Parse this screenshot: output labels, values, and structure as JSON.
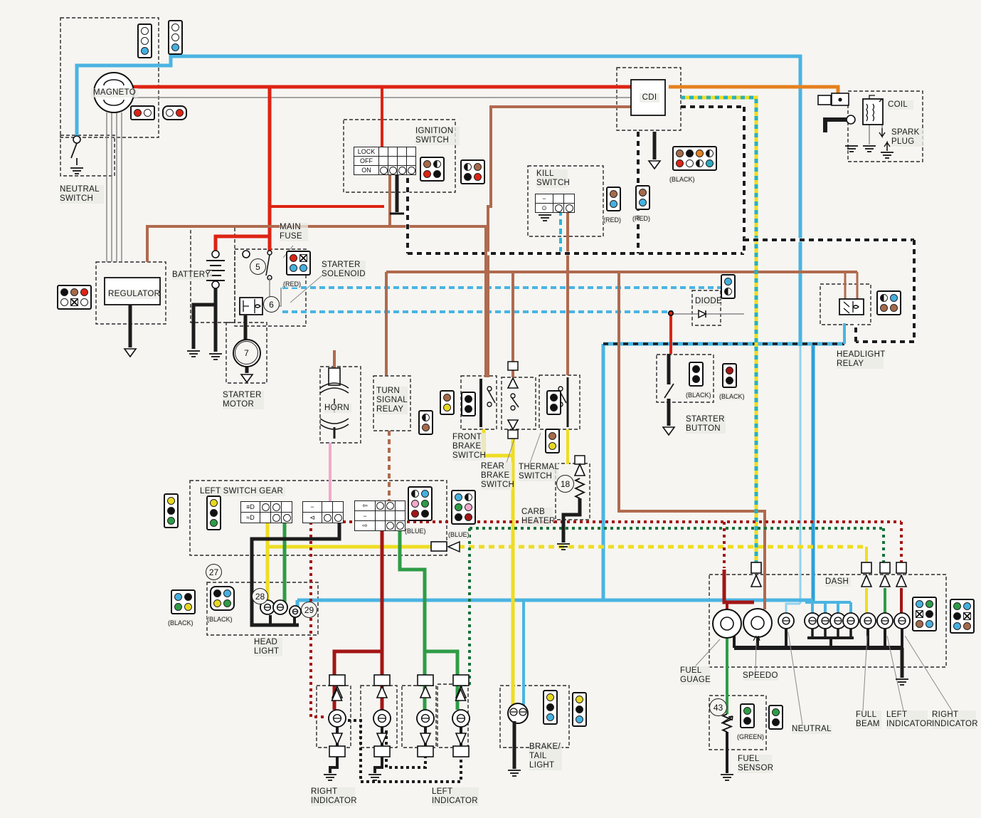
{
  "title": "Motorcycle electrical wiring diagram",
  "palette": {
    "RD": "#dd2314",
    "DR": "#a31515",
    "BN": "#b06a4e",
    "OR": "#e5811f",
    "YL": "#eedd22",
    "GN": "#2e9c46",
    "DG": "#17713a",
    "BL": "#4ab4e2",
    "LB": "#93d2ee",
    "MB": "#2da0d8",
    "CY": "#2ab6d9",
    "PK": "#f0a9cb",
    "BK": "#1c1c1c",
    "GY": "#8a8a8a",
    "WH": "#ffffff",
    "TL": "#28b2b8"
  },
  "labels": {
    "magneto": "MAGNETO",
    "neutral_switch": "NEUTRAL SWITCH",
    "ignition_switch": "IGNITION SWITCH",
    "kill_switch": "KILL SWITCH",
    "cdi": "CDI",
    "coil": "COIL",
    "spark_plug": "SPARK PLUG",
    "regulator": "REGULATOR",
    "battery": "BATTERY",
    "main_fuse": "MAIN FUSE",
    "starter_solenoid": "STARTER SOLENOID",
    "starter_motor": "STARTER MOTOR",
    "horn": "HORN",
    "turn_signal_relay": "TURN SIGNAL RELAY",
    "front_brake_switch": "FRONT BRAKE SWITCH",
    "rear_brake_switch": "REAR BRAKE SWITCH",
    "thermal_switch": "THERMAL SWITCH",
    "carb_heater": "CARB HEATER",
    "diode": "DIODE",
    "starter_button": "STARTER BUTTON",
    "headlight_relay": "HEADLIGHT RELAY",
    "left_switch_gear": "LEFT SWITCH GEAR",
    "head_light": "HEAD LIGHT",
    "right_indicator_bottom": "RIGHT INDICATOR",
    "left_indicator_bottom": "LEFT INDICATOR",
    "brake_tail_light": "BRAKE/ TAIL LIGHT",
    "dash": "DASH",
    "fuel_guage": "FUEL GUAGE",
    "speedo": "SPEEDO",
    "neutral_lamp": "NEUTRAL",
    "full_beam": "FULL BEAM",
    "left_indicator_dash": "LEFT INDICATOR",
    "right_indicator_dash": "RIGHT INDICATOR",
    "fuel_sensor": "FUEL SENSOR"
  },
  "connector_labels": {
    "red": "(RED)",
    "black": "(BLACK)",
    "blue": "(BLUE)",
    "green": "(GREEN)"
  },
  "circled_numbers": {
    "main_fuse": "5",
    "starter_solenoid": "6",
    "starter_motor": "7",
    "carb_heater": "18",
    "head_light_a": "27",
    "head_light_b": "28",
    "head_light_c": "29",
    "fuel_sensor": "43"
  },
  "ignition_positions": [
    "LOCK",
    "OFF",
    "ON"
  ],
  "switch_symbols": {
    "hi_beam": "≡D",
    "low_beam": "≈D",
    "dash": "−",
    "horn": "⊲",
    "left_arrow": "⇦",
    "right_arrow": "⇨",
    "run": "⊙"
  },
  "connectors": {
    "mag_a": {
      "pins": [
        "wh",
        "wh",
        "bl"
      ]
    },
    "mag_b": {
      "pins": [
        "wh",
        "wh",
        "bl"
      ]
    },
    "mag_c": {
      "pins": [
        "rd",
        "wh"
      ]
    },
    "mag_d": {
      "pins": [
        "wh",
        "rd"
      ]
    },
    "ign_a": {
      "pins": [
        "bn",
        "hx",
        "rd",
        "bk"
      ]
    },
    "ign_b": {
      "pins": [
        "hx",
        "bn",
        "bk",
        "rd"
      ]
    },
    "kill_a": {
      "pins": [
        "bn",
        "bl"
      ],
      "label": "red"
    },
    "kill_b": {
      "pins": [
        "bn",
        "bl"
      ],
      "label": "red"
    },
    "cdi": {
      "pins": [
        "bn",
        "bk",
        "or",
        "hx",
        "rd",
        "wh",
        "hx",
        "tl"
      ],
      "label": "black"
    },
    "reg": {
      "pins": [
        "bk",
        "bn",
        "rd",
        "wh",
        "xx",
        "wh"
      ]
    },
    "sol": {
      "pins": [
        "rd",
        "xx",
        "bl",
        "bl"
      ],
      "label": "red"
    },
    "diode": {
      "pins": [
        "bl",
        "hx"
      ]
    },
    "hlr": {
      "pins": [
        "hx",
        "bl",
        "bn",
        "bn"
      ]
    },
    "sb_a": {
      "pins": [
        "bk",
        "bk"
      ],
      "label": "black"
    },
    "sb_b": {
      "pins": [
        "dr",
        "bk"
      ],
      "label": "black"
    },
    "lsg_a": {
      "pins": [
        "yl",
        "bk",
        "gn"
      ]
    },
    "lsg_b": {
      "pins": [
        "yl",
        "bk",
        "gn"
      ]
    },
    "blue_a": {
      "pins": [
        "hx",
        "bl",
        "pk",
        "gn",
        "dr",
        "bk"
      ],
      "label": "blue"
    },
    "blue_b": {
      "pins": [
        "bl",
        "hx",
        "gn",
        "pk",
        "bk",
        "dr"
      ],
      "label": "blue"
    },
    "hl_a": {
      "pins": [
        "bl",
        "bk",
        "gn",
        "yl"
      ],
      "label": "black"
    },
    "hl_b": {
      "pins": [
        "bk",
        "bl",
        "yl",
        "gn"
      ],
      "label": "black"
    },
    "fbs_a": {
      "pins": [
        "bn",
        "yl"
      ]
    },
    "fbs_b": {
      "pins": [
        "bk",
        "bk"
      ]
    },
    "fbs_c": {
      "pins": [
        "hx",
        "bn"
      ]
    },
    "ths_a": {
      "pins": [
        "bk",
        "bk"
      ]
    },
    "ths_b": {
      "pins": [
        "bn",
        "yl"
      ]
    },
    "bt_a": {
      "pins": [
        "yl",
        "bk",
        "bl"
      ]
    },
    "bt_b": {
      "pins": [
        "yl",
        "bk",
        "bl"
      ]
    },
    "dash_a": {
      "pins": [
        "bl",
        "gn",
        "xx",
        "bk",
        "bn",
        "bl"
      ]
    },
    "dash_b": {
      "pins": [
        "gn",
        "bl",
        "bk",
        "xx",
        "bl",
        "bn"
      ]
    },
    "fs_a": {
      "pins": [
        "gn",
        "bk"
      ],
      "label": "green"
    },
    "fs_b": {
      "pins": [
        "gn",
        "bk"
      ]
    }
  }
}
